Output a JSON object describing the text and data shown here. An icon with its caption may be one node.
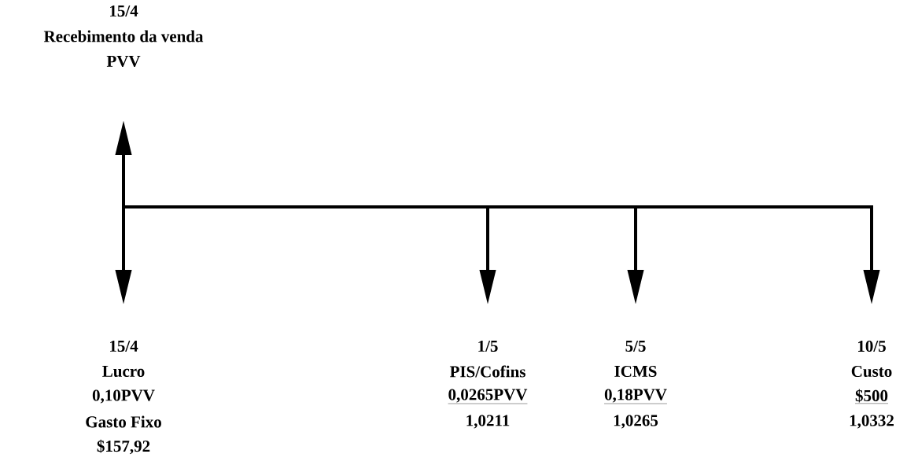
{
  "diagram": {
    "labels": [
      "15/4",
      "Recebimento da venda",
      "PVV",
      "15/4",
      "Lucro",
      "0,10PVV",
      "Gasto Fixo",
      "$157,92",
      "1/5",
      "PIS/Cofins",
      "0,0265PVV",
      "1,0211",
      "5/5",
      "ICMS",
      "0,18PVV",
      "1,0265",
      "10/5",
      "Custo",
      "$500",
      "1,0332"
    ]
  }
}
